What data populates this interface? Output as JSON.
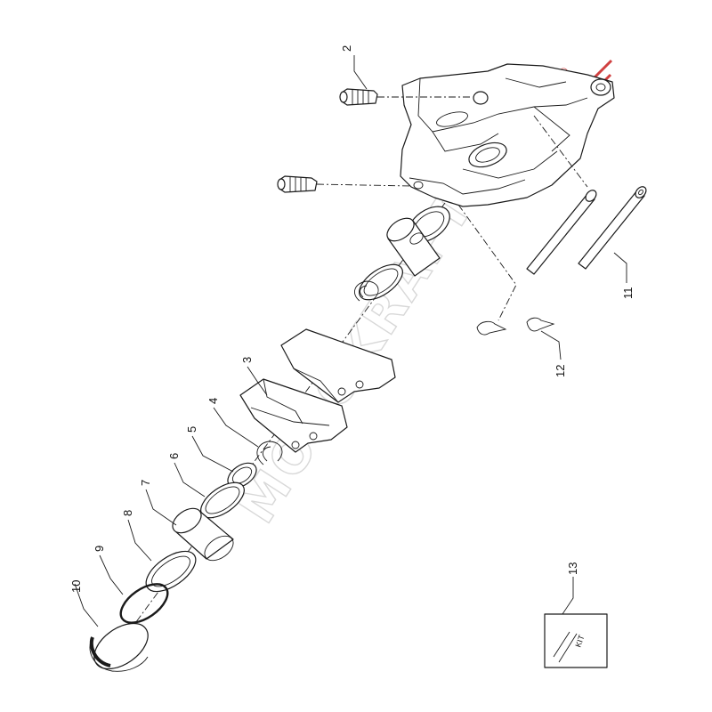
{
  "diagram": {
    "watermark": "MOTOKRAFT",
    "registered_mark": "®",
    "kit_label": "KIT",
    "callouts": [
      {
        "id": "2",
        "label": "2"
      },
      {
        "id": "3",
        "label": "3"
      },
      {
        "id": "4",
        "label": "4"
      },
      {
        "id": "5",
        "label": "5"
      },
      {
        "id": "6",
        "label": "6"
      },
      {
        "id": "7",
        "label": "7"
      },
      {
        "id": "8",
        "label": "8"
      },
      {
        "id": "9",
        "label": "9"
      },
      {
        "id": "10",
        "label": "10"
      },
      {
        "id": "11",
        "label": "11"
      },
      {
        "id": "12",
        "label": "12"
      },
      {
        "id": "13",
        "label": "13"
      }
    ]
  },
  "colors": {
    "line": "#1a1a1a",
    "watermark": "#d8d8d8",
    "accent_red": "#d04040"
  }
}
